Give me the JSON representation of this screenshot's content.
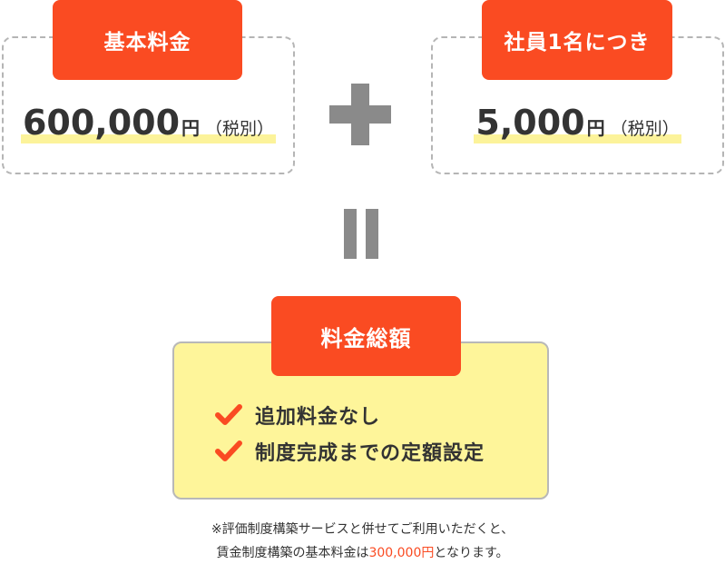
{
  "base_fee": {
    "badge": "基本料金",
    "amount": "600,000",
    "unit": "円",
    "tax_note": "（税別）"
  },
  "per_employee": {
    "badge": "社員1名につき",
    "amount": "5,000",
    "unit": "円",
    "tax_note": "（税別）"
  },
  "total": {
    "badge": "料金総額",
    "items": [
      "追加料金なし",
      "制度完成までの定額設定"
    ]
  },
  "footnote": {
    "line1": "※評価制度構築サービスと併せてご利用いただくと、",
    "line2_prefix": "賃金制度構築の基本料金は",
    "line2_highlight": "300,000円",
    "line2_suffix": "となります。"
  },
  "icons": {
    "plus": "plus-icon",
    "equals": "equals-icon",
    "check": "checkmark-icon"
  },
  "colors": {
    "accent": "#fa4b22",
    "highlight_yellow": "#fcf39a",
    "total_bg": "#fef59a",
    "operator_gray": "#8a8a8a"
  }
}
